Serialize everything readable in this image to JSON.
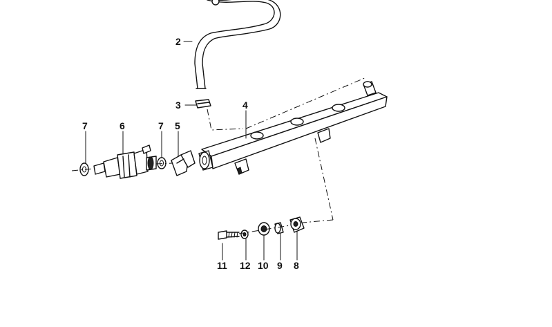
{
  "callouts": [
    {
      "id": "c2",
      "text": "2"
    },
    {
      "id": "c3",
      "text": "3"
    },
    {
      "id": "c4",
      "text": "4"
    },
    {
      "id": "c5",
      "text": "5"
    },
    {
      "id": "c6",
      "text": "6"
    },
    {
      "id": "c7a",
      "text": "7"
    },
    {
      "id": "c7b",
      "text": "7"
    },
    {
      "id": "c8",
      "text": "8"
    },
    {
      "id": "c9",
      "text": "9"
    },
    {
      "id": "c10",
      "text": "10"
    },
    {
      "id": "c11",
      "text": "11"
    },
    {
      "id": "c12",
      "text": "12"
    }
  ]
}
